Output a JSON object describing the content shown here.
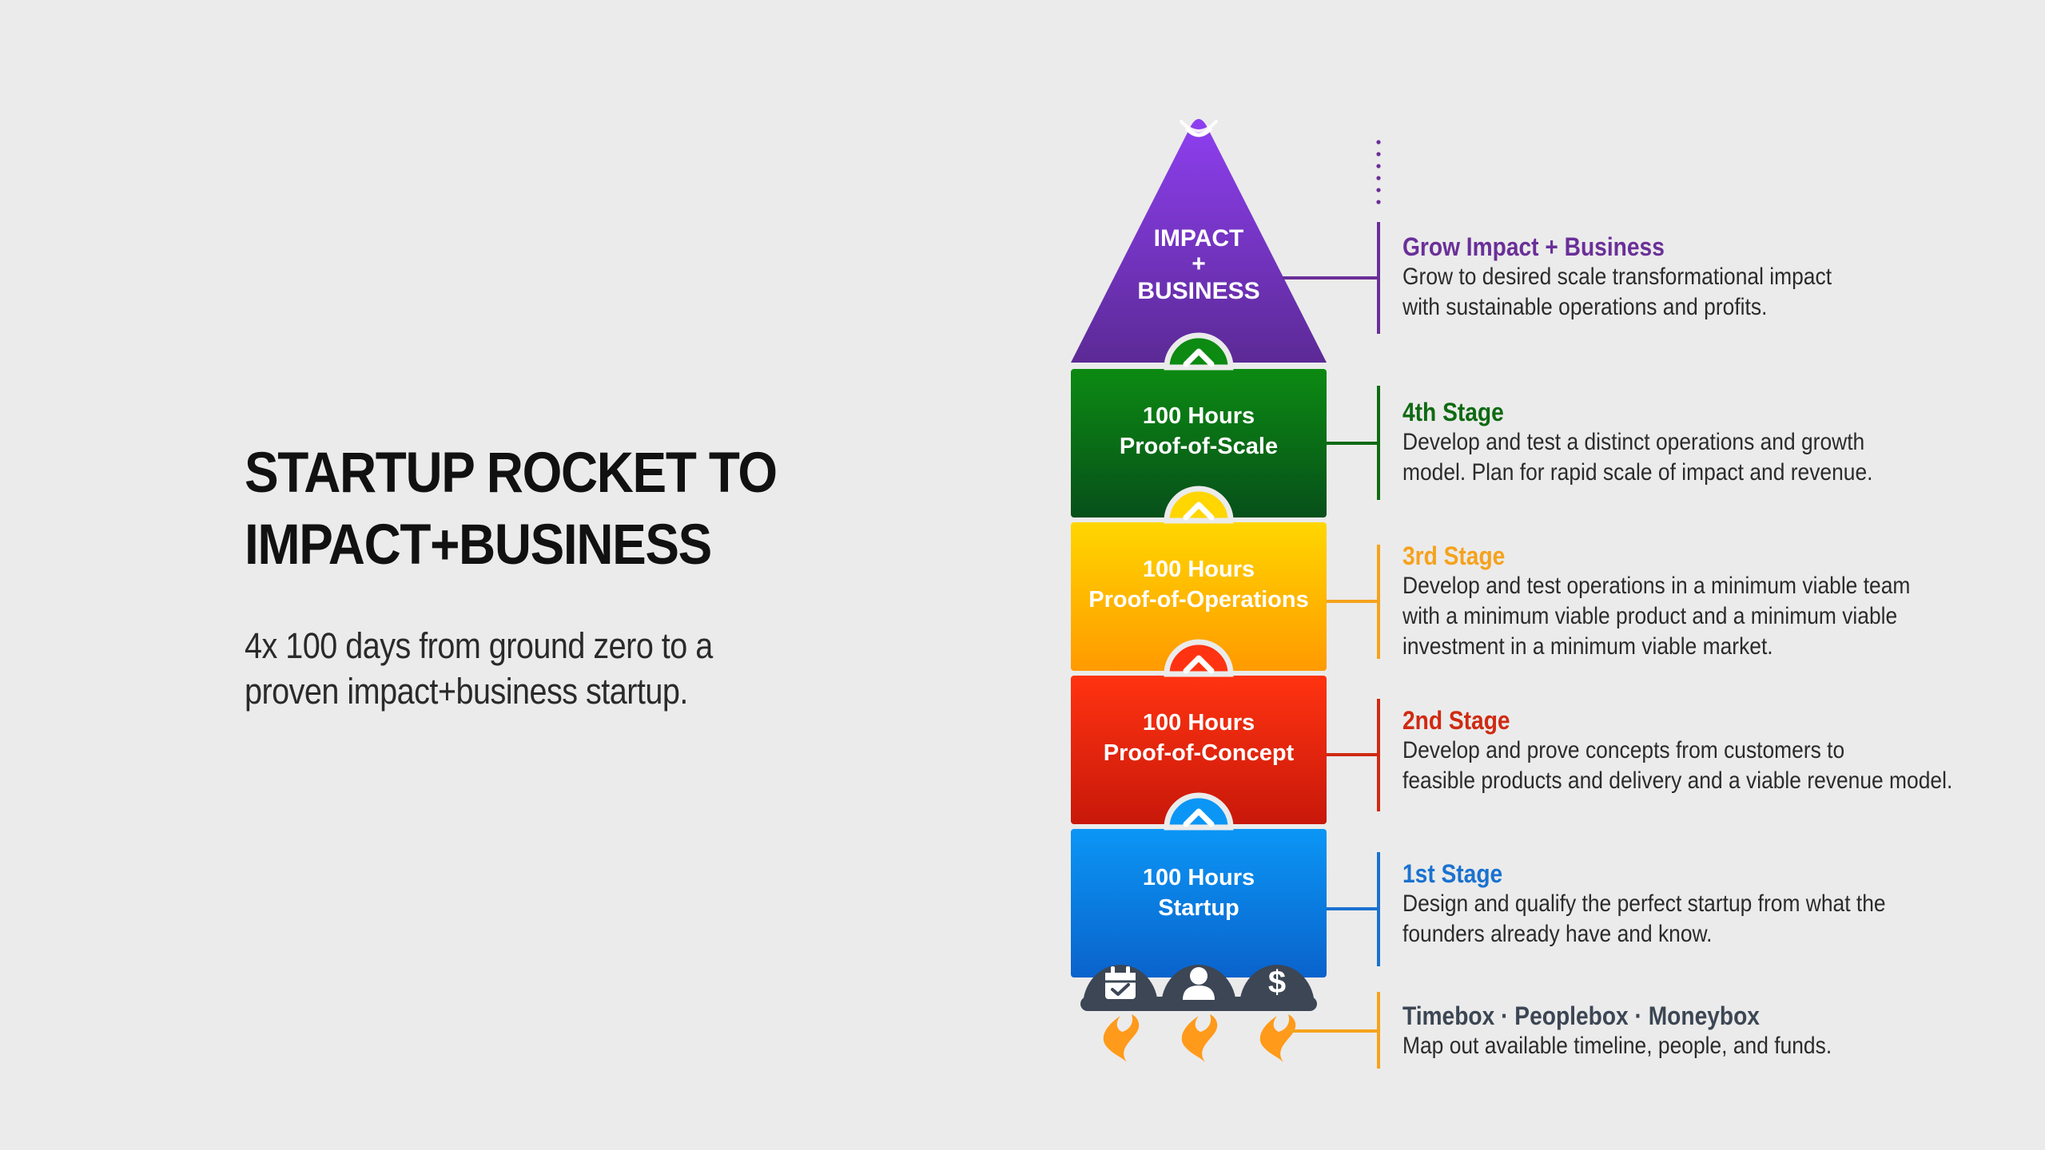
{
  "headline": {
    "line1": "STARTUP ROCKET TO",
    "line2": "IMPACT+BUSINESS"
  },
  "subtitle": {
    "line1": "4x 100 days from ground zero to a",
    "line2": "proven impact+business startup."
  },
  "rocket": {
    "nose": {
      "line1": "IMPACT",
      "line2": "+",
      "line3": "BUSINESS",
      "color": "#7a35cf"
    },
    "stages": [
      {
        "line1": "100 Hours",
        "line2": "Proof-of-Scale",
        "top_color": "#0c8a12",
        "bottom_color": "#07501a"
      },
      {
        "line1": "100 Hours",
        "line2": "Proof-of-Operations",
        "top_color": "#ffd600",
        "bottom_color": "#ff9a00"
      },
      {
        "line1": "100 Hours",
        "line2": "Proof-of-Concept",
        "top_color": "#ff3311",
        "bottom_color": "#c8180a"
      },
      {
        "line1": "100 Hours",
        "line2": "Startup",
        "top_color": "#0b96f5",
        "bottom_color": "#0a63cc"
      }
    ],
    "engines": [
      {
        "icon": "calendar-check-icon"
      },
      {
        "icon": "person-icon"
      },
      {
        "icon": "dollar-icon"
      }
    ],
    "flame_color": "#ff9a1a"
  },
  "descriptions": [
    {
      "title": "Grow Impact + Business",
      "color": "#6a2f98",
      "lines": [
        "Grow to desired scale transformational impact",
        "with sustainable operations and profits."
      ]
    },
    {
      "title": "4th Stage",
      "color": "#0f6a12",
      "lines": [
        "Develop and test a distinct operations and growth",
        "model. Plan for rapid scale of impact and revenue."
      ]
    },
    {
      "title": "3rd Stage",
      "color": "#f5a21d",
      "lines": [
        "Develop and test operations in a minimum viable team",
        "with a minimum viable product and a minimum viable",
        "investment in a minimum viable market."
      ]
    },
    {
      "title": "2nd Stage",
      "color": "#d02a12",
      "lines": [
        "Develop and prove concepts from customers to",
        "feasible products and delivery and a viable revenue model."
      ]
    },
    {
      "title": "1st Stage",
      "color": "#1a72cf",
      "lines": [
        "Design and qualify the perfect startup from what the",
        "founders already have and know."
      ]
    },
    {
      "title": "Timebox · Peoplebox · Moneybox",
      "color": "#3c4654",
      "lines": [
        "Map out available timeline, people, and funds."
      ]
    }
  ]
}
